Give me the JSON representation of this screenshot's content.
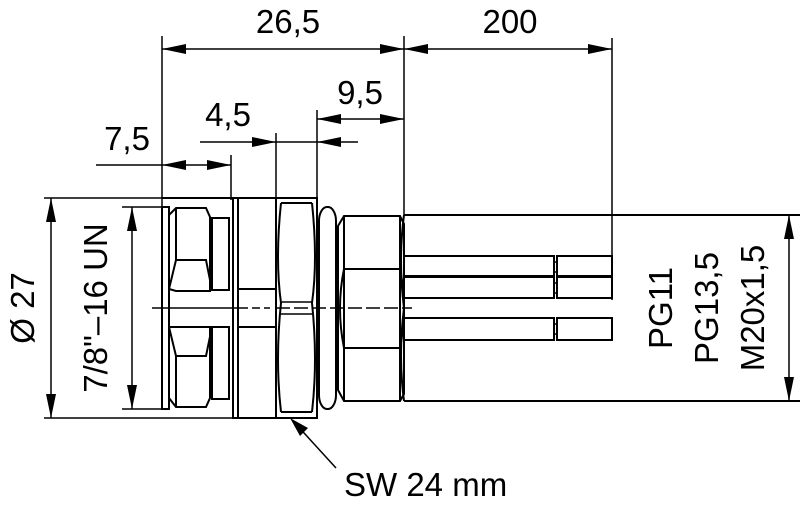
{
  "drawing": {
    "title": "Panel mount connector 7/8\" dimension drawing",
    "colors": {
      "line": "#000000",
      "background": "#ffffff"
    },
    "dimensions": {
      "overall_length": "26,5",
      "cable_length": "200",
      "flange_length": "7,5",
      "nut_width": "4,5",
      "rear_length": "9,5",
      "diameter": "Ø 27",
      "thread": "7/8\"–16 UN"
    },
    "thread_options": [
      "PG11",
      "PG13,5",
      "M20x1,5"
    ],
    "wrench_size": "SW 24 mm"
  }
}
